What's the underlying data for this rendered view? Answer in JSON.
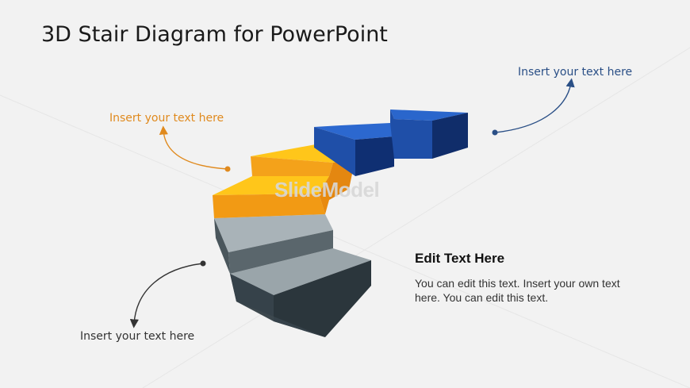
{
  "slide": {
    "title": "3D Stair Diagram for PowerPoint",
    "watermark": "SlideModel"
  },
  "callouts": {
    "top_right": "Insert your text here",
    "middle_left": "Insert your text here",
    "bottom_left": "Insert your text here"
  },
  "text_box": {
    "heading": "Edit Text Here",
    "body": "You can edit this text. Insert your own text here. You can edit this text."
  },
  "colors": {
    "blue": "#1f4fa8",
    "orange": "#f4a81a",
    "gray": "#8e9aa0",
    "label_blue": "#2a4f86",
    "label_orange": "#e08a1e"
  }
}
